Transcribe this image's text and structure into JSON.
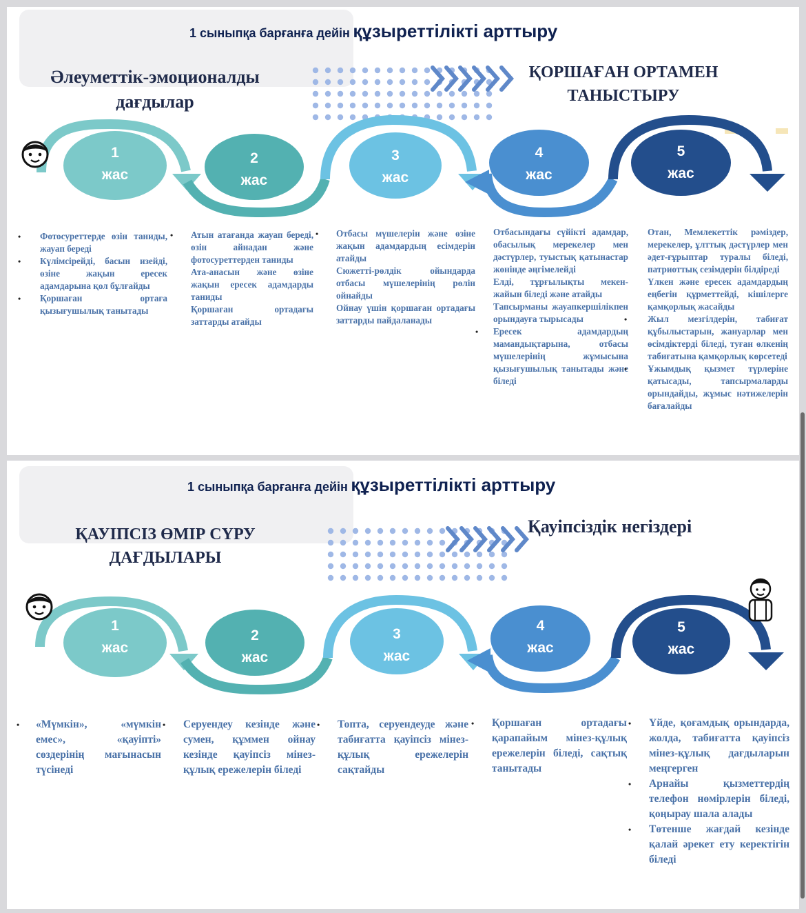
{
  "panel1": {
    "title_small": "1 сыныпқа барғанға дейін",
    "title_big": "құзыреттілікті арттыру",
    "heading_left": [
      "Әлеуметтік-эмоционалды",
      "дағдылар"
    ],
    "heading_right": [
      "ҚОРШАҒАН ОРТАМЕН",
      "ТАНЫСТЫРУ"
    ],
    "circles": [
      {
        "num": "1",
        "unit": "жас"
      },
      {
        "num": "2",
        "unit": "жас"
      },
      {
        "num": "3",
        "unit": "жас"
      },
      {
        "num": "4",
        "unit": "жас"
      },
      {
        "num": "5",
        "unit": "жас"
      }
    ],
    "columns": [
      [
        "Фотосуреттерде өзін таниды, жауап береді",
        "Күлімсірейді, басын изейді, өзіне жақын ересек адамдарына қол бұлғайды",
        "Қоршаған ортаға қызығушылық танытады"
      ],
      [
        "Атын атағанда жауап береді, өзін айнадан және фотосуреттерден таниды",
        "Ата-анасын және өзіне жақын ересек адамдарды таниды",
        "Қоршаған ортадағы заттарды атайды"
      ],
      [
        "Отбасы мүшелерін және өзіне жақын адамдардың есімдерін атайды",
        "Сюжетті-рөлдік ойындарда отбасы мүшелерінің рөлін ойнайды",
        "Ойнау үшін қоршаған ортадағы заттарды пайдаланады"
      ],
      [
        "Отбасындағы сүйікті адамдар, обасылық мерекелер мен дәстүрлер, туыстық қатынастар жөнінде әңгімелейді",
        "Елді, тұрғылықты мекен-жайын біледі және атайды",
        "Тапсырманы жауапкершілікпен орындауға тырысады",
        "Ересек адамдардың мамандықтарына, отбасы мүшелерінің жұмысына қызығушылық танытады және біледі"
      ],
      [
        "Отан, Мемлекеттік рәміздер, мерекелер, ұлттық дәстүрлер мен әдет-ғұрыптар туралы біледі, патриоттық сезімдерін білдіреді",
        "Үлкен және ересек адамдардың еңбегін құрметтейді, кішілерге қамқорлық жасайды",
        "Жыл мезгілдерін, табиғат құбылыстарын, жануарлар мен өсімдіктерді біледі, туған өлкенің табиғатына қамқорлық көрсетеді",
        "Ұжымдық қызмет түрлеріне қатысады, тапсырмаларды орындайды, жұмыс нәтижелерін бағалайды"
      ]
    ]
  },
  "panel2": {
    "title_small": "1 сыныпқа барғанға дейін",
    "title_big": "құзыреттілікті арттыру",
    "heading_left": [
      "ҚАУІПСІЗ ӨМІР СҮРУ",
      "ДАҒДЫЛАРЫ"
    ],
    "heading_right": [
      "Қауіпсіздік негіздері"
    ],
    "circles": [
      {
        "num": "1",
        "unit": "жас"
      },
      {
        "num": "2",
        "unit": "жас"
      },
      {
        "num": "3",
        "unit": "жас"
      },
      {
        "num": "4",
        "unit": "жас"
      },
      {
        "num": "5",
        "unit": "жас"
      }
    ],
    "columns": [
      [
        "«Мүмкін», «мүмкін емес», «қауіпті» сөздерінің мағынасын түсінеді"
      ],
      [
        "Серуендеу кезінде және сумен, құммен ойнау кезінде қауіпсіз мінез-құлық ережелерін біледі"
      ],
      [
        "Топта, серуендеуде және табиғатта қауіпсіз мінез-құлық ережелерін сақтайды"
      ],
      [
        "Қоршаған ортадағы қарапайым мінез-құлық ережелерін біледі, сақтық танытады"
      ],
      [
        "Үйде, қоғамдық орындарда, жолда, табиғатта қауіпсіз мінез-құлық дағдыларын меңгерген",
        "Арнайы қызметтердің телефон нөмірлерін біледі, қоңырау шала алады",
        "Төтенше жағдай кезінде қалай әрекет ету керектігін біледі"
      ]
    ]
  },
  "colors": {
    "c1": "#7cc9c9",
    "c2": "#53b1b1",
    "c3": "#6cc2e3",
    "c4": "#4a8fd0",
    "c5": "#234e8c",
    "text_blue": "#4a72a8",
    "title_navy": "#0f2150"
  },
  "icons": [
    "child-face-icon",
    "chevrons-right-icon",
    "boy-figure-icon"
  ]
}
